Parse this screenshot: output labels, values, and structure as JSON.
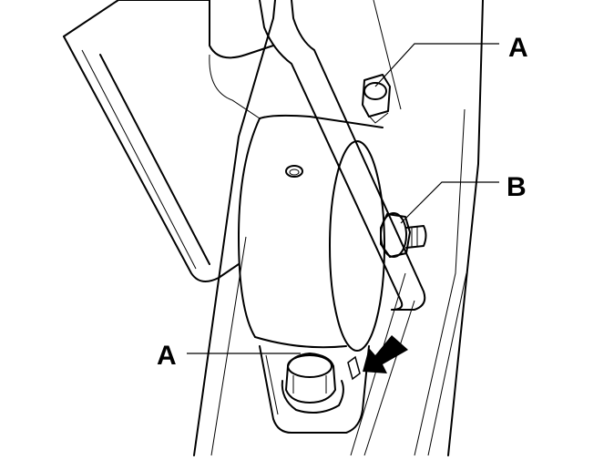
{
  "figure": {
    "labels": {
      "a_top": "A",
      "b": "B",
      "a_bottom": "A"
    },
    "colors": {
      "line": "#000000",
      "background": "#ffffff",
      "shade": "#9a9a9a"
    }
  }
}
